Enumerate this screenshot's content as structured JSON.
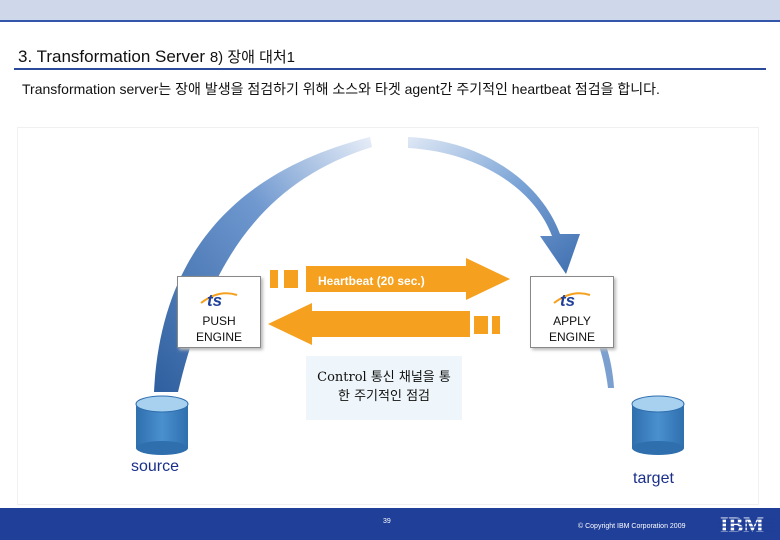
{
  "header": {
    "title_main": "3. Transformation Server",
    "title_sub": "8) 장애 대처1"
  },
  "description": "Transformation server는 장애 발생을 점검하기 위해 소스와 타겟 agent간 주기적인 heartbeat 점검을 합니다.",
  "diagram": {
    "heartbeat_label": "Heartbeat (20 sec.)",
    "push_engine": {
      "logo": "ts",
      "line1": "PUSH",
      "line2": "ENGINE"
    },
    "apply_engine": {
      "logo": "ts",
      "line1": "APPLY",
      "line2": "ENGINE"
    },
    "control_text_line1": "Control 통신 채널을 통",
    "control_text_line2": "한 주기적인 점검",
    "source_label": "source",
    "target_label": "target"
  },
  "footer": {
    "page_number": "39",
    "copyright": "© Copyright IBM Corporation 2009",
    "brand": "IBM"
  },
  "colors": {
    "arrow_orange": "#f5a01e",
    "arc_blue": "#5a88c4",
    "db_fill": "#3f83c0",
    "footer_blue": "#1f3f99",
    "title_rule": "#2a4a9a"
  }
}
